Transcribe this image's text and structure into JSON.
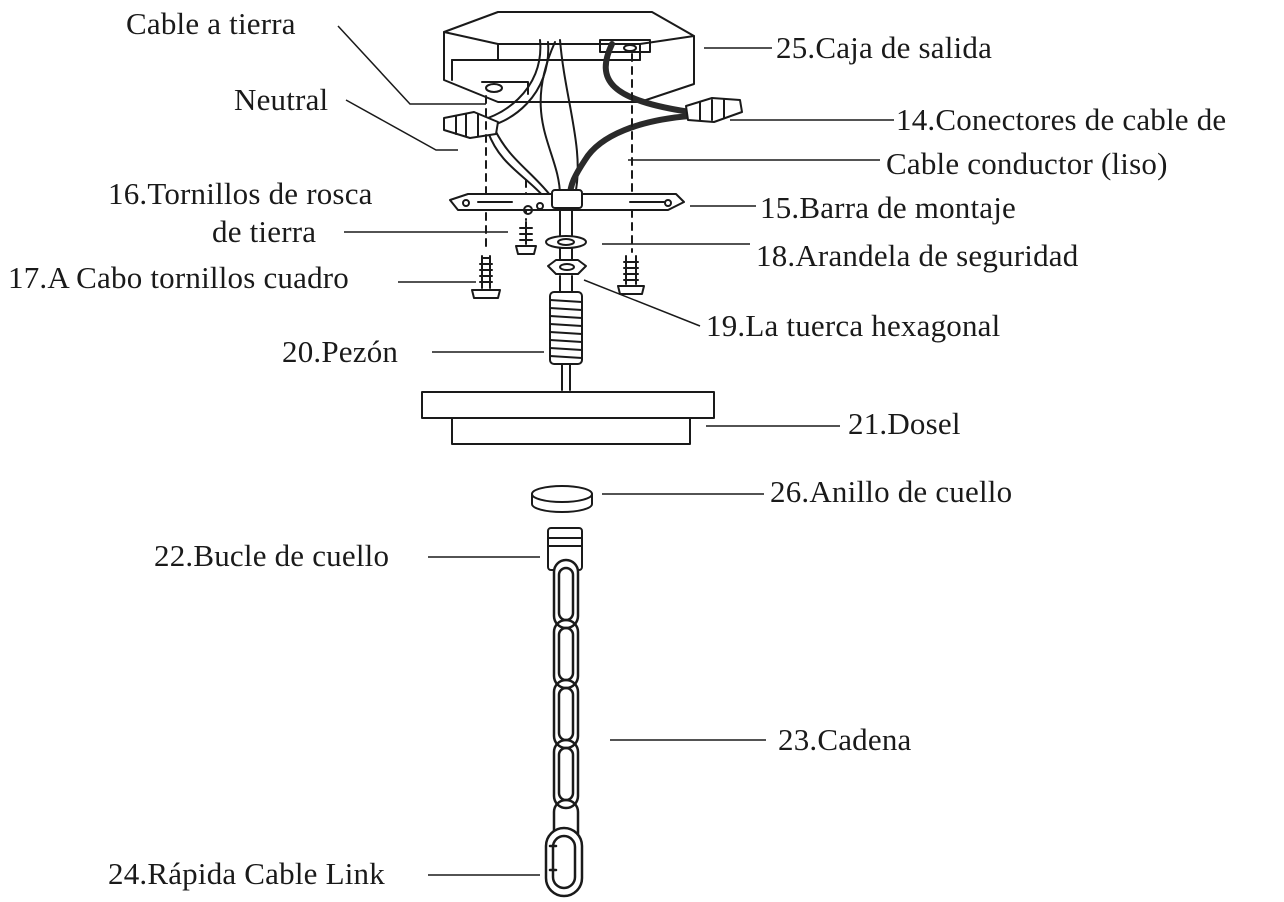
{
  "labels": {
    "cable_a_tierra": "Cable a tierra",
    "neutral": "Neutral",
    "tornillos_rosca_l1": "16.Tornillos de rosca",
    "tornillos_rosca_l2": "de tierra",
    "cabo_tornillos": "17.A Cabo tornillos cuadro",
    "pezon": "20.Pezón",
    "bucle": "22.Bucle de cuello",
    "rapida": "24.Rápida Cable Link",
    "caja": "25.Caja de salida",
    "conectores": "14.Conectores de cable de",
    "cable_conductor": "Cable conductor (liso)",
    "barra": "15.Barra de montaje",
    "arandela": "18.Arandela de seguridad",
    "tuerca": "19.La tuerca hexagonal",
    "dosel": "21.Dosel",
    "anillo": "26.Anillo de cuello",
    "cadena": "23.Cadena"
  },
  "colors": {
    "line": "#1a1a1a",
    "wire_black": "#2a2a2a",
    "background": "#ffffff"
  }
}
